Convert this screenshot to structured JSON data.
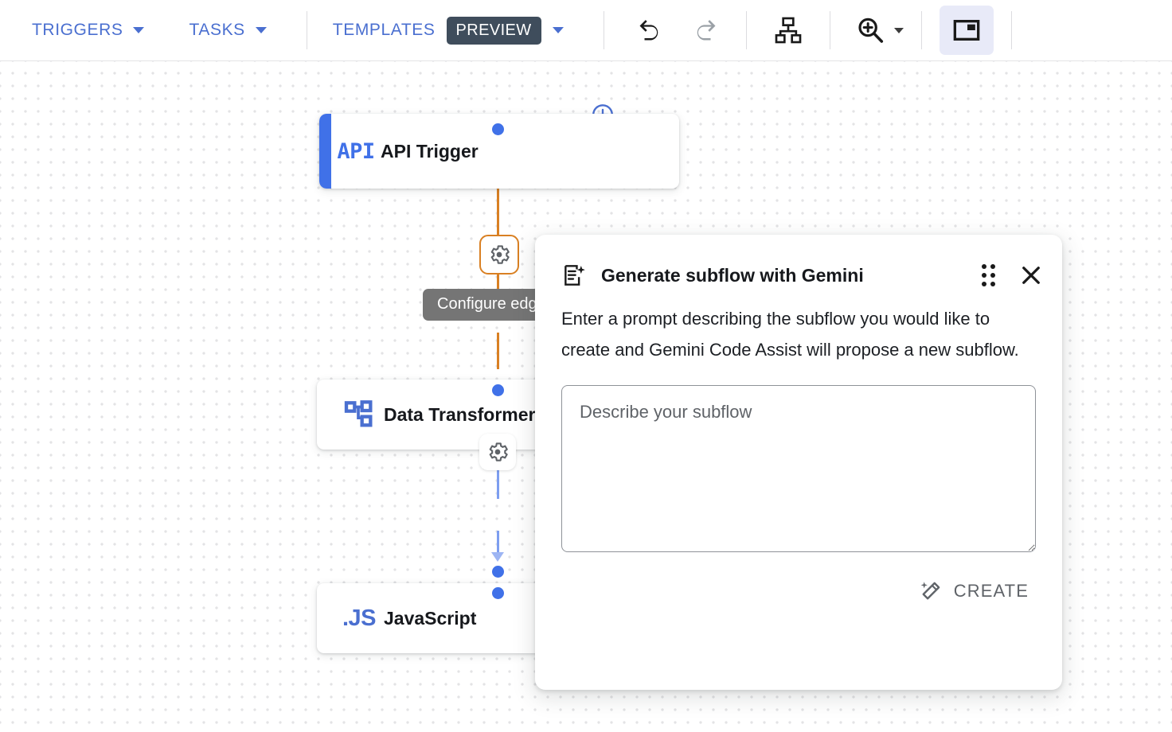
{
  "toolbar": {
    "menus": [
      {
        "label": "TRIGGERS",
        "icon": "chevron-down-icon"
      },
      {
        "label": "TASKS",
        "icon": "chevron-down-icon"
      }
    ],
    "templates": {
      "label": "TEMPLATES",
      "badge": "PREVIEW",
      "icon": "chevron-down-icon"
    },
    "actions": [
      {
        "name": "undo-button",
        "icon": "undo-icon",
        "enabled": true
      },
      {
        "name": "redo-button",
        "icon": "redo-icon",
        "enabled": false
      },
      {
        "name": "auto-layout-button",
        "icon": "org-chart-icon",
        "enabled": true
      },
      {
        "name": "zoom-button",
        "icon": "zoom-in-icon",
        "enabled": true
      },
      {
        "name": "toggle-panel-button",
        "icon": "picture-in-picture-icon",
        "enabled": true,
        "active": true
      }
    ]
  },
  "canvas": {
    "nodes": [
      {
        "id": "api-trigger",
        "icon": "API",
        "title": "API Trigger",
        "accent": "#4071e8",
        "has_accent_bar": true
      },
      {
        "id": "data-transformer",
        "icon": "data-transform-icon",
        "title": "Data Transformer",
        "has_accent_bar": false
      },
      {
        "id": "javascript",
        "icon": ".JS",
        "title": "JavaScript",
        "has_accent_bar": false
      }
    ],
    "edges": [
      {
        "id": "edge-api-to-transformer",
        "color": "#d98023",
        "gear_label": "gear-icon",
        "highlighted": true
      },
      {
        "id": "edge-transformer-to-js",
        "color": "#7d9ef0",
        "gear_label": "gear-icon",
        "highlighted": false
      }
    ],
    "tooltip": "Configure edge",
    "add_node_button": "add-node-icon"
  },
  "panel": {
    "title": "Generate subflow with Gemini",
    "header_icon": "document-sparkle-icon",
    "drag_handle_icon": "drag-handle-icon",
    "close_icon": "close-icon",
    "description": "Enter a prompt describing the subflow you would like to create and Gemini Code Assist will propose a new subflow.",
    "textarea": {
      "placeholder": "Describe your subflow",
      "value": ""
    },
    "create_button": {
      "label": "CREATE",
      "icon": "magic-wand-icon"
    }
  },
  "colors": {
    "accent_blue": "#4071e8",
    "menu_blue": "#4a6fd0",
    "badge_slate": "#3f4d5c",
    "edge_orange": "#d98023",
    "edge_blue": "#7d9ef0",
    "tooltip_gray": "#757575",
    "active_bg": "#e8eaf8"
  }
}
